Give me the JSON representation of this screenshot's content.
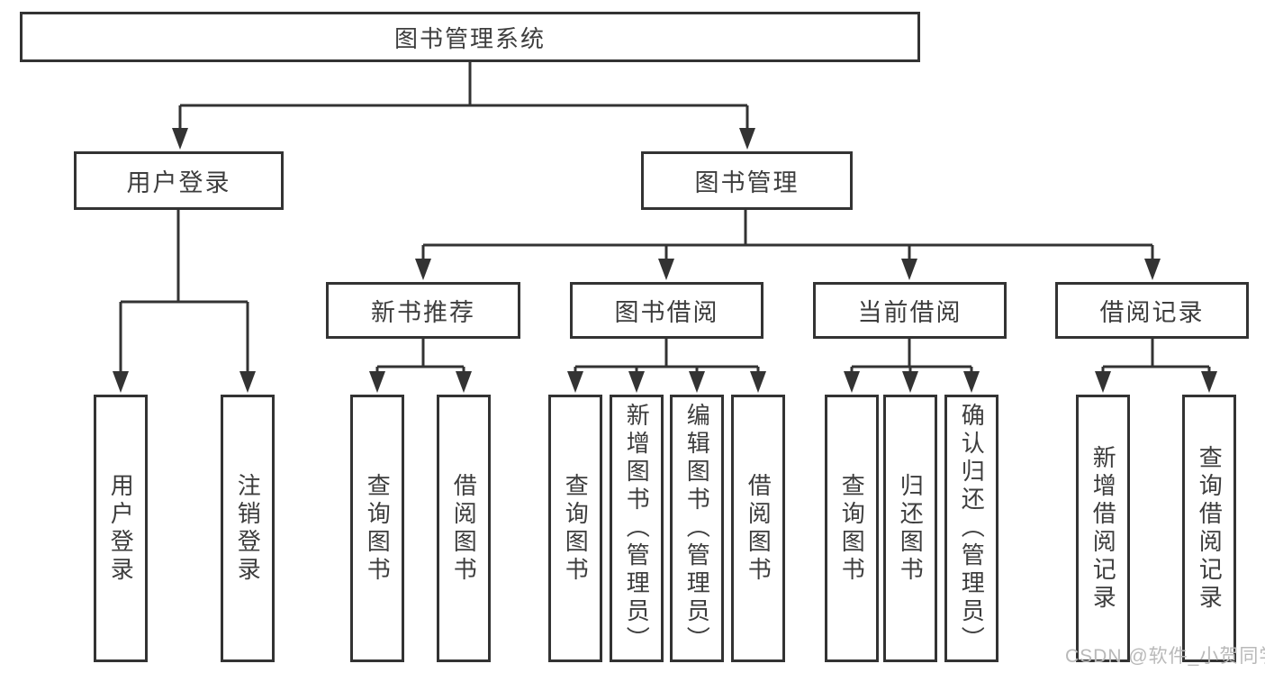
{
  "diagram": {
    "root": {
      "label": "图书管理系统"
    },
    "level1": [
      {
        "label": "用户登录"
      },
      {
        "label": "图书管理"
      }
    ],
    "level2": [
      {
        "label": "新书推荐"
      },
      {
        "label": "图书借阅"
      },
      {
        "label": "当前借阅"
      },
      {
        "label": "借阅记录"
      }
    ],
    "leaves": [
      {
        "label": "用户登录"
      },
      {
        "label": "注销登录"
      },
      {
        "label": "查询图书"
      },
      {
        "label": "借阅图书"
      },
      {
        "label": "查询图书"
      },
      {
        "label": "新增图书（管理员）"
      },
      {
        "label": "编辑图书（管理员）"
      },
      {
        "label": "借阅图书"
      },
      {
        "label": "查询图书"
      },
      {
        "label": "归还图书"
      },
      {
        "label": "确认归还（管理员）"
      },
      {
        "label": "新增借阅记录"
      },
      {
        "label": "查询借阅记录"
      }
    ],
    "colors": {
      "line": "#333333",
      "box_border": "#333333",
      "box_fill": "#ffffff",
      "text": "#3d3d3d",
      "watermark": "#b9b9b9"
    }
  },
  "watermark": {
    "text": "CSDN @软件_小贺同学"
  }
}
